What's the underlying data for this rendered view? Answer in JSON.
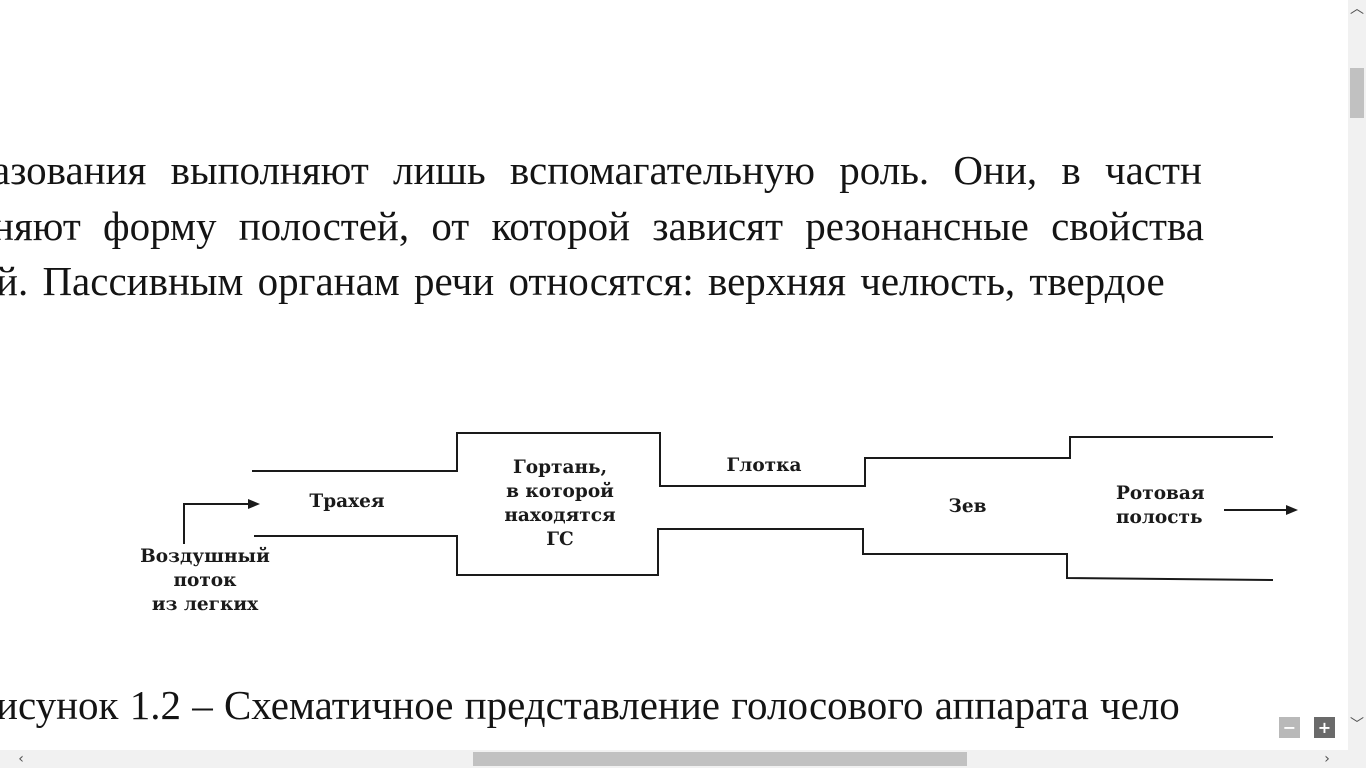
{
  "document": {
    "line1": "азования выполняют лишь вспомагательную роль. Они, в частн",
    "line2": "няют форму полостей, от которой  зависят резонансные свойства",
    "line3": "й. Пассивным органам речи относятся: верхняя челюсть, твердое",
    "caption": "исунок 1.2 – Схематичное представление голосового аппарата чело"
  },
  "diagram": {
    "trachea": "Трахея",
    "larynx": "Гортань,\nв которой\nнаходятся\nГС",
    "pharynx": "Глотка",
    "fauces": "Зев",
    "oral_cavity": "Ротовая\nполость",
    "airflow": "Воздушный\nпоток\nиз легких"
  },
  "zoom": {
    "out_label": "−",
    "in_label": "+"
  },
  "scrollbar": {
    "up": "︿",
    "down": "﹀",
    "left": "‹",
    "right": "›"
  },
  "colors": {
    "page": "#ffffff",
    "ink": "#141414",
    "scroll_track": "#f1f1f1",
    "scroll_thumb": "#c1c1c1",
    "zoom_out_bg": "#b9b9b9",
    "zoom_in_bg": "#6a6a6a"
  }
}
